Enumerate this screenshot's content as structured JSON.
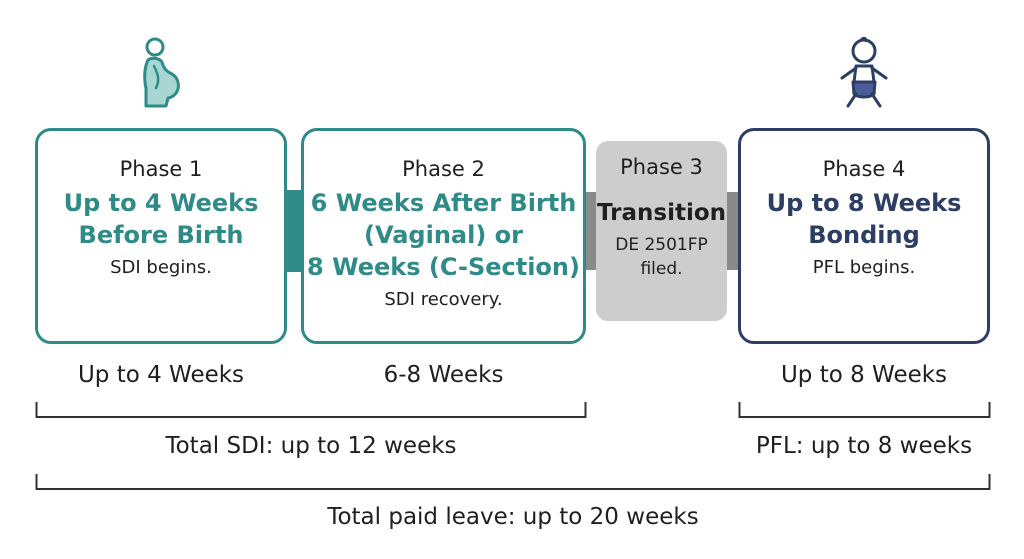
{
  "icons": {
    "left": "pregnant-person-icon",
    "right": "baby-icon"
  },
  "colors": {
    "teal": "#2e8b88",
    "navy": "#2c3e63",
    "gray": "#cdcdcd",
    "connector_teal": "#2e8b88",
    "connector_gray": "#8a8a8a"
  },
  "phases": [
    {
      "label": "Phase 1",
      "heading": [
        "Up to 4 Weeks",
        "Before Birth"
      ],
      "description": "SDI begins."
    },
    {
      "label": "Phase 2",
      "heading": [
        "6 Weeks After Birth",
        "(Vaginal) or",
        "8 Weeks (C-Section)"
      ],
      "description": "SDI recovery."
    },
    {
      "label": "Phase 3",
      "heading": [
        "Transition"
      ],
      "description": [
        "DE 2501FP",
        "filed."
      ]
    },
    {
      "label": "Phase 4",
      "heading": [
        "Up to 8 Weeks",
        "Bonding"
      ],
      "description": "PFL begins."
    }
  ],
  "durations": {
    "phase1": "Up to 4 Weeks",
    "phase2": "6-8 Weeks",
    "phase4": "Up to 8 Weeks"
  },
  "totals": {
    "sdi": "Total SDI: up to 12 weeks",
    "pfl": "PFL: up to 8 weeks",
    "paid_leave": "Total paid leave: up to 20 weeks"
  }
}
